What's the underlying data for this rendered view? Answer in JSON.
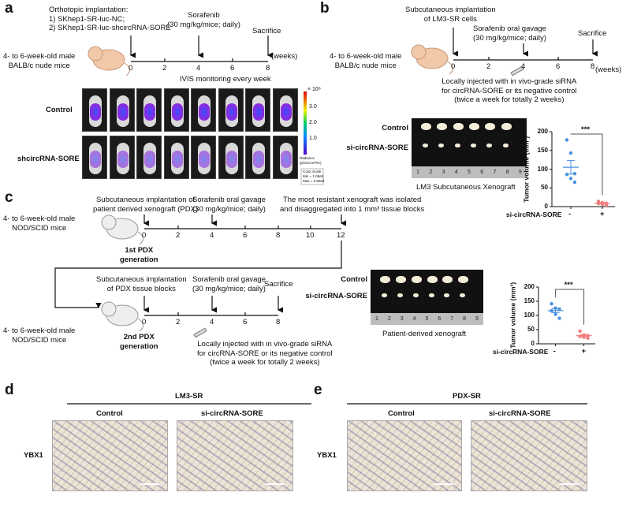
{
  "panels": {
    "a": {
      "label": "a",
      "implant": [
        "Orthotopic implantation:",
        "1) SKhep1-SR-luc-NC;",
        "2) SKhep1-SR-luc-shcircRNA-SORE"
      ],
      "sorafenib": [
        "Sorafenib",
        "(30 mg/kg/mice; daily)"
      ],
      "sacrifice": "Sacrifice",
      "mice": [
        "4- to 6-week-old male",
        "BALB/c nude mice"
      ],
      "ticks": [
        "0",
        "2",
        "4",
        "6",
        "8"
      ],
      "unit": "(weeks)",
      "monitor": "IVIS monitoring every week",
      "rows": [
        "Control",
        "shcircRNA-SORE"
      ],
      "colorbar": {
        "exp": "× 10⁸",
        "ticks": [
          "3.0",
          "2.0",
          "1.0"
        ],
        "radiance": [
          "Radiance",
          "(p/sec/cm²/sr)"
        ],
        "scale": [
          "Color Scale",
          "Min = 1.05e5",
          "Max = 3.80e8"
        ]
      }
    },
    "b": {
      "label": "b",
      "implant": [
        "Subcutaneous implantation",
        "of LM3-SR cells"
      ],
      "sorafenib": [
        "Sorafenib oral gavage",
        "(30 mg/kg/mice; daily)"
      ],
      "sacrifice": "Sacrifice",
      "mice": [
        "4- to 6-week-old male",
        "BALB/c nude mice"
      ],
      "ticks": [
        "0",
        "2",
        "4",
        "6",
        "8"
      ],
      "unit": "(weeks)",
      "inject": [
        "Locally injected with in vivo-grade siRNA",
        "for circRNA-SORE or its negative control",
        "(twice a week for totally 2 weeks)"
      ],
      "rows": [
        "Control",
        "si-circRNA-SORE"
      ],
      "caption": "LM3 Subcutaneous Xenograft",
      "ruler": [
        "1",
        "2",
        "3",
        "4",
        "5",
        "6",
        "7",
        "8",
        "9"
      ]
    },
    "c": {
      "label": "c",
      "implant1": [
        "Subcutaneous implantation of",
        "patient derived xenograft (PDX)"
      ],
      "sorafenib": [
        "Sorafenib oral gavage",
        "(30 mg/kg/mice; daily)"
      ],
      "resistant": [
        "The most resistant xenograft was isolated",
        "and disaggregated into 1 mm³ tissue blocks"
      ],
      "mice": [
        "4- to 6-week-old male",
        "NOD/SCID mice"
      ],
      "ticks1": [
        "0",
        "2",
        "4",
        "6",
        "8",
        "10",
        "12"
      ],
      "gen1": [
        "1st PDX",
        "generation"
      ],
      "implant2": [
        "Subcutaneous implantation",
        "of PDX tissue blocks"
      ],
      "sacrifice": "Sacrifice",
      "ticks2": [
        "0",
        "2",
        "4",
        "6",
        "8"
      ],
      "gen2": [
        "2nd PDX",
        "generation"
      ],
      "inject": [
        "Locally injected with in vivo-grade siRNA",
        "for circRNA-SORE or its negative control",
        "(twice a week for totally 2 weeks)"
      ],
      "rows": [
        "Control",
        "si-circRNA-SORE"
      ],
      "caption": "Patient-derived xenograft"
    },
    "d": {
      "label": "d",
      "title": "LM3-SR",
      "cols": [
        "Control",
        "si-circRNA-SORE"
      ],
      "row": "YBX1"
    },
    "e": {
      "label": "e",
      "title": "PDX-SR",
      "cols": [
        "Control",
        "si-circRNA-SORE"
      ],
      "row": "YBX1"
    }
  },
  "chart_data": [
    {
      "type": "scatter",
      "panel": "b",
      "ylabel": "Tumor volume (mm³)",
      "xlabel": "si-circRNA-SORE",
      "categories": [
        "-",
        "+"
      ],
      "ylim": [
        0,
        200
      ],
      "yticks": [
        "0",
        "50",
        "100",
        "150",
        "200"
      ],
      "significance": "***",
      "colors": [
        "#4a90e2",
        "#f08080"
      ],
      "series": [
        {
          "name": "Control",
          "values": [
            178,
            143,
            88,
            86,
            75,
            65
          ],
          "mean": 105,
          "sem": 18
        },
        {
          "name": "si-circRNA-SORE",
          "values": [
            14,
            11,
            9,
            8,
            6,
            4
          ],
          "mean": 9,
          "sem": 2
        }
      ]
    },
    {
      "type": "scatter",
      "panel": "c",
      "ylabel": "Tumor volume (mm³)",
      "xlabel": "si-circRNA-SORE",
      "categories": [
        "-",
        "+"
      ],
      "ylim": [
        0,
        200
      ],
      "yticks": [
        "0",
        "50",
        "100",
        "150",
        "200"
      ],
      "significance": "***",
      "colors": [
        "#4a90e2",
        "#f08080"
      ],
      "series": [
        {
          "name": "Control",
          "values": [
            141,
            126,
            122,
            116,
            104,
            90
          ],
          "mean": 117,
          "sem": 7
        },
        {
          "name": "si-circRNA-SORE",
          "values": [
            45,
            31,
            29,
            26,
            23,
            20
          ],
          "mean": 29,
          "sem": 4
        }
      ]
    }
  ]
}
